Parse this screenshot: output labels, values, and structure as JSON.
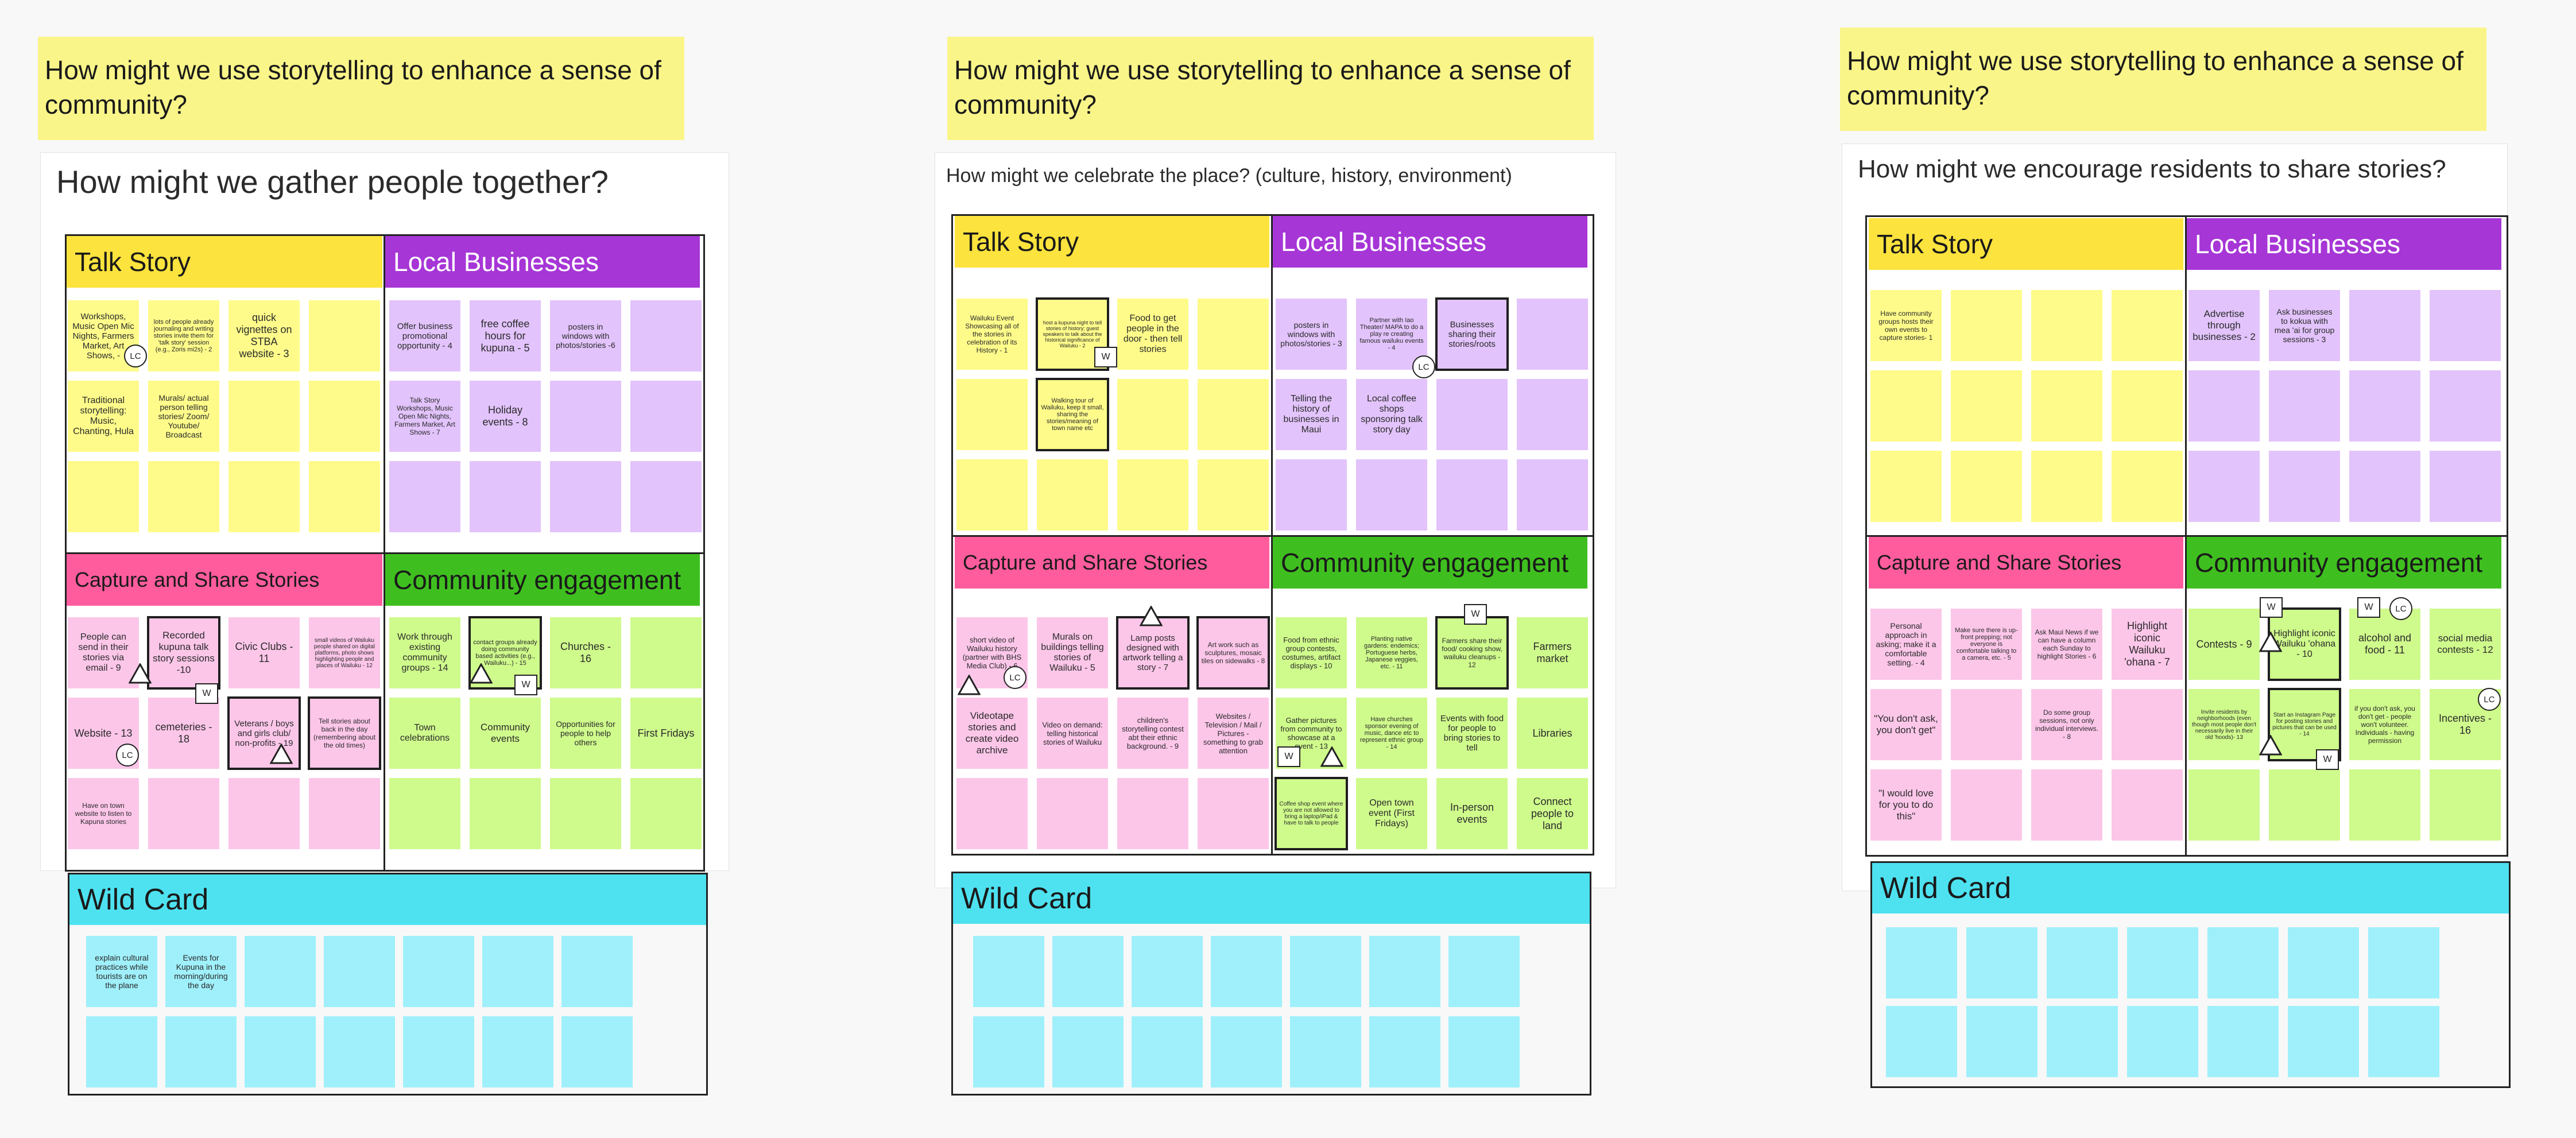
{
  "hmw": "How might we use storytelling to enhance a sense of community?",
  "boards": [
    {
      "question": "How might we gather people together?",
      "categories": {
        "talk_story": "Talk Story",
        "local_businesses": "Local Businesses",
        "capture_share": "Capture and Share Stories",
        "community_engagement": "Community engagement",
        "wild_card": "Wild Card"
      },
      "talk_story_notes": [
        "Workshops, Music Open Mic Nights, Farmers Market, Art Shows, -",
        "lots of people already journaling and writing stories invite them for 'talk story' session (e.g., Zoris mi2s) - 2",
        "quick vignettes on STBA website - 3",
        "Traditional storytelling: Music, Chanting, Hula",
        "Murals/ actual person telling stories/ Zoom/ Youtube/ Broadcast"
      ],
      "local_business_notes": [
        "Offer business promotional opportunity - 4",
        "free coffee hours for kupuna - 5",
        "posters in windows with photos/stories -6",
        "Talk Story Workshops, Music Open Mic Nights, Farmers Market, Art Shows - 7",
        "Holiday events - 8"
      ],
      "capture_notes": [
        "People can send in their stories via email - 9",
        "Recorded kupuna talk story sessions -10",
        "Civic Clubs - 11",
        "small videos of Wailuku people shared on digital platforms, photo shows highlighting people and places of Wailuku - 12",
        "Website - 13",
        "cemeteries - 18",
        "Veterans / boys and girls club/ non-profits - 19",
        "Tell stories about back in the day (remembering about the old times)",
        "Have on town website to listen to Kapuna stories"
      ],
      "engagement_notes": [
        "Work through existing community groups - 14",
        "contact groups already doing community based activities (e.g., Wailuku...) - 15",
        "Churches - 16",
        "Town celebrations",
        "Community events",
        "Opportunities for people to help others",
        "First Fridays"
      ],
      "wild_notes": [
        "explain cultural practices while tourists are on the plane",
        "Events for Kupuna in the morning/during the day"
      ],
      "markers": {
        "lc": "LC",
        "w": "W"
      }
    },
    {
      "question": "How might we celebrate the place? (culture, history, environment)",
      "categories": {
        "talk_story": "Talk Story",
        "local_businesses": "Local Businesses",
        "capture_share": "Capture and Share Stories",
        "community_engagement": "Community engagement",
        "wild_card": "Wild Card"
      },
      "talk_story_notes": [
        "Wailuku Event Showcasing all of the stories in celebration of its History - 1",
        "host a kupuna night to tell stories of history; guest speakers to talk about the historical significance of Wailuku - 2",
        "Food to get people in the door - then tell stories",
        "Walking tour of Wailuku, keep it small, sharing the stories/meaning of town name etc"
      ],
      "local_business_notes": [
        "posters in windows with photos/stories - 3",
        "Partner with Iao Theater/ MAPA to do a play re creating famous wailuku events - 4",
        "Businesses sharing their stories/roots",
        "Telling the history of businesses in Maui",
        "Local coffee shops sponsoring talk story day"
      ],
      "capture_notes": [
        "short video of Wailuku history (partner with BHS Media Club) - 6",
        "Murals on buildings telling stories of Wailuku - 5",
        "Lamp posts designed with artwork telling a story - 7",
        "Art work such as sculptures, mosaic tiles on sidewalks - 8",
        "Videotape stories and create video archive",
        "Video on demand: telling historical stories of Wailuku",
        "children's storytelling contest abt their ethnic background. - 9",
        "Websites / Television / Mail / Pictures - something to grab attention"
      ],
      "engagement_notes": [
        "Food from ethnic group contests, costumes, artifact displays - 10",
        "Planting native gardens: endemics; Portuguese herbs, Japanese veggies, etc. - 11",
        "Farmers share their food/ cooking show, wailuku cleanups - 12",
        "Farmers market",
        "Gather pictures from community to showcase at a event - 13",
        "Have churches sponsor evening of music, dance etc to represent ethnic group - 14",
        "Events with food for people to bring stories to tell",
        "Libraries",
        "Coffee shop event where you are not allowed to bring a laptop/iPad & have to talk to people",
        "Open town event (First Fridays)",
        "In-person events",
        "Connect people to land"
      ],
      "markers": {
        "lc": "LC",
        "w": "W"
      }
    },
    {
      "question": "How might we encourage residents to share stories?",
      "categories": {
        "talk_story": "Talk Story",
        "local_businesses": "Local Businesses",
        "capture_share": "Capture and Share Stories",
        "community_engagement": "Community engagement",
        "wild_card": "Wild Card"
      },
      "talk_story_notes": [
        "Have community groups hosts their own events to capture stories- 1"
      ],
      "local_business_notes": [
        "Advertise through businesses - 2",
        "Ask businesses to kokua with mea 'ai for group sessions - 3"
      ],
      "capture_notes": [
        "Personal approach in asking; make it a comfortable setting. - 4",
        "Make sure there is up-front prepping; not everyone is comfortable talking to a camera, etc. - 5",
        "Ask Maui News if we can have a column each Sunday to highlight Stories - 6",
        "Highlight iconic Wailuku 'ohana - 7",
        "\"You don't ask, you don't get\"",
        "Do some group sessions, not only individual interviews. - 8",
        "\"I would love for you to do this\""
      ],
      "engagement_notes": [
        "Contests - 9",
        "Highlight iconic Wailuku 'ohana - 10",
        "alcohol and food - 11",
        "social media contests - 12",
        "Invite residents by neighborhoods (even though most people don't necessarily live in their old 'hoods)- 13",
        "Start an Instagram Page for posting stories and pictures that can be used - 14",
        "if you don't ask, you don't get - people won't volunteer. Individuals - having permission",
        "Incentives - 16"
      ],
      "markers": {
        "lc": "LC",
        "w": "W"
      }
    }
  ],
  "colors": {
    "talk_story": "#fce33d",
    "local_businesses": "#a636d6",
    "capture_share": "#ff5c9d",
    "community_engagement": "#3fbf1f",
    "wild_card": "#4ee2f1",
    "yellow_sticky": "#fefb8a",
    "purple_sticky": "#e2c3fb",
    "pink_sticky": "#fcc6e9",
    "green_sticky": "#cffa8c",
    "cyan_sticky": "#9ff0fb",
    "hmw_sticky": "#faf589"
  }
}
